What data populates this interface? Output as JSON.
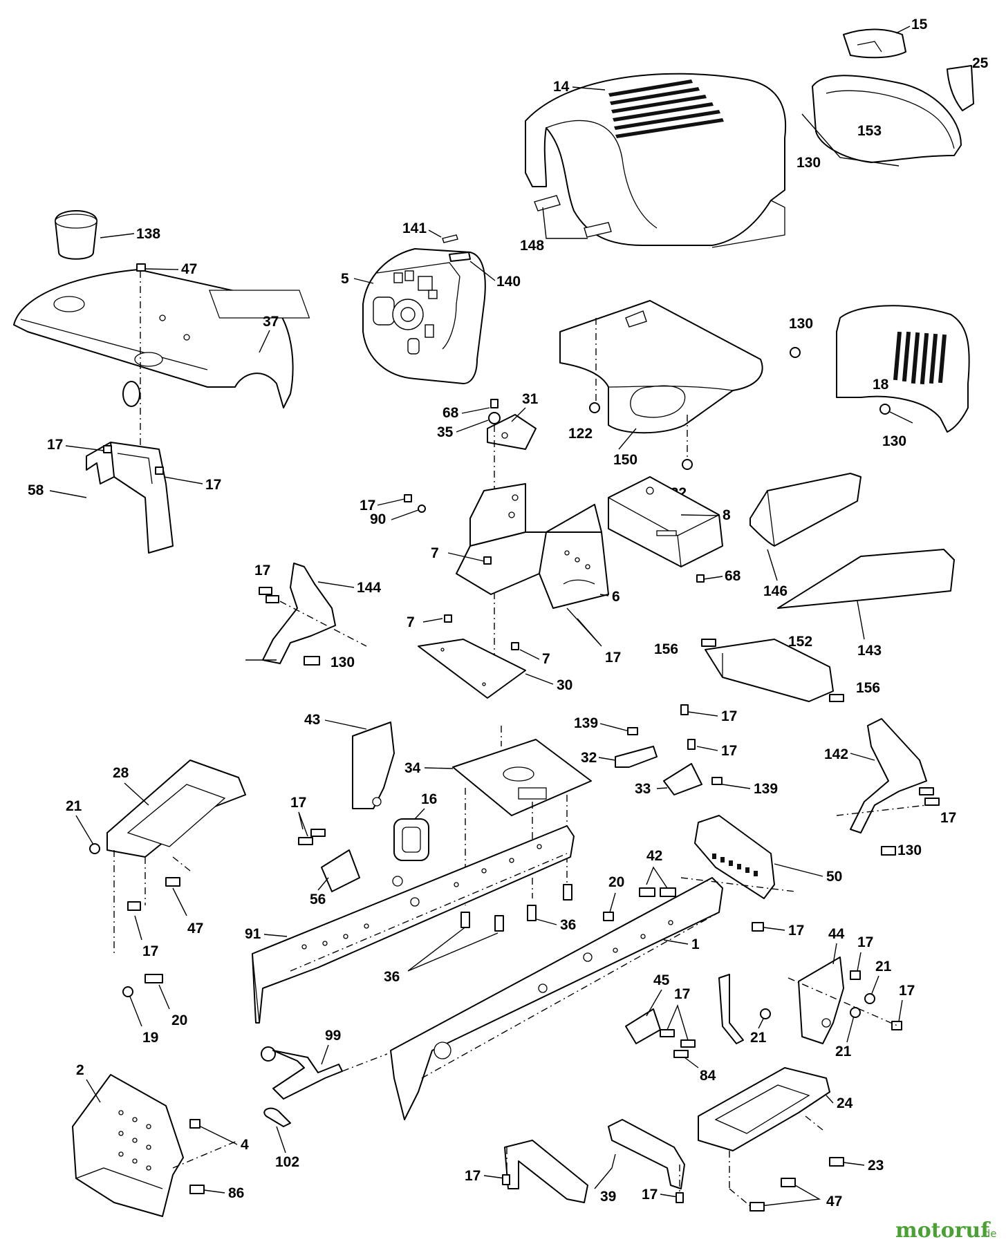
{
  "diagram": {
    "callouts": {
      "c14": "14",
      "c15": "15",
      "c25": "25",
      "c153": "153",
      "c130a": "130",
      "c148": "148",
      "c138": "138",
      "c47a": "47",
      "c141": "141",
      "c140": "140",
      "c5": "5",
      "c37": "37",
      "c130b": "130",
      "c18": "18",
      "c130c": "130",
      "c122a": "122",
      "c150": "150",
      "c122b": "122",
      "c68a": "68",
      "c31": "31",
      "c35": "35",
      "c17a": "17",
      "c58": "58",
      "c17b": "17",
      "c17c": "17",
      "c90": "90",
      "c8": "8",
      "c68b": "68",
      "c7a": "7",
      "c17d": "17",
      "c144": "144",
      "c6": "6",
      "c146": "146",
      "c7b": "7",
      "c17e": "17",
      "c7c": "7",
      "c130d": "130",
      "c30": "30",
      "c156a": "156",
      "c152": "152",
      "c143": "143",
      "c156b": "156",
      "c43": "43",
      "c139a": "139",
      "c17f": "17",
      "c32": "32",
      "c17g": "17",
      "c34": "34",
      "c33": "33",
      "c139b": "139",
      "c142": "142",
      "c28": "28",
      "c17h": "17",
      "c21a": "21",
      "c16": "16",
      "c130e": "130",
      "c42": "42",
      "c50": "50",
      "c56": "56",
      "c47b": "47",
      "c20a": "20",
      "c17i": "17",
      "c91": "91",
      "c36a": "36",
      "c17j": "17",
      "c44": "44",
      "c17k": "17",
      "c1": "1",
      "c21b": "21",
      "c36b": "36",
      "c17l": "17",
      "c45": "45",
      "c17m": "17",
      "c20b": "20",
      "c19": "19",
      "c21c": "21",
      "c21d": "21",
      "c99": "99",
      "c84": "84",
      "c2": "2",
      "c24": "24",
      "c4": "4",
      "c102": "102",
      "c23": "23",
      "c86": "86",
      "c17n": "17",
      "c39": "39",
      "c17o": "17",
      "c47c": "47"
    },
    "watermark": {
      "name": "motoruf",
      "suffix": ".de",
      "color": "#4aa033"
    }
  }
}
